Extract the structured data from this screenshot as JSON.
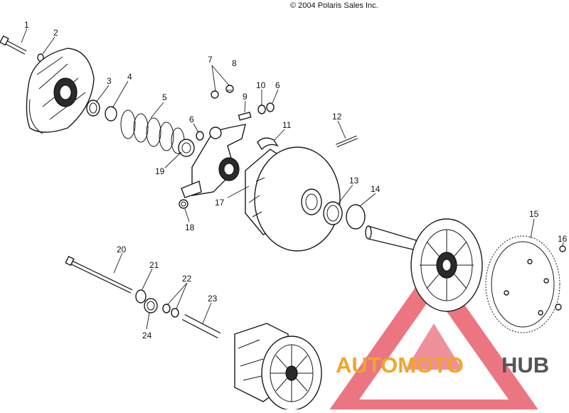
{
  "copyright": "© 2004 Polaris Sales Inc.",
  "watermark": {
    "part1": "AUTOMOTO",
    "part2": "HUB",
    "color1": "#f0a52a",
    "color2": "#555555",
    "logo_color": "#e0283a"
  },
  "callouts": {
    "n1": "1",
    "n2": "2",
    "n3": "3",
    "n4": "4",
    "n5": "5",
    "n6a": "6",
    "n6b": "6",
    "n7": "7",
    "n8": "8",
    "n9": "9",
    "n10": "10",
    "n11": "11",
    "n12": "12",
    "n13": "13",
    "n14": "14",
    "n15": "15",
    "n16": "16",
    "n17": "17",
    "n18": "18",
    "n19": "19",
    "n20": "20",
    "n21": "21",
    "n22": "22",
    "n23": "23",
    "n24": "24"
  }
}
